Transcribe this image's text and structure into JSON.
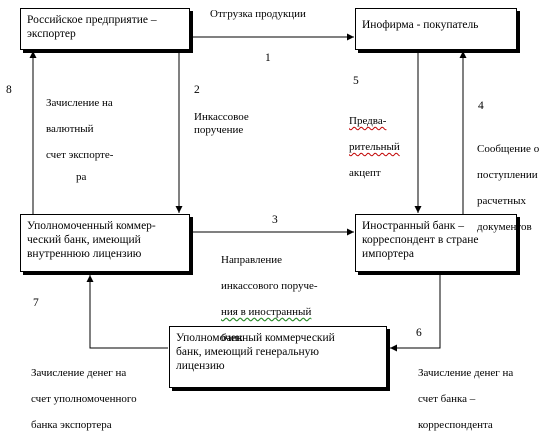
{
  "boxes": {
    "exporter": "Российское предприятие –\nэкспортер",
    "buyer": "Инофирма - покупатель",
    "auth_bank_internal": "Уполномоченный коммер-\nческий банк, имеющий\nвнутреннюю лицензию",
    "foreign_bank": "Иностранный банк –\nкорреспондент в стране\nимпортера",
    "auth_bank_general": "Уполномоченный коммерческий\nбанк, имеющий генеральную\nлицензию"
  },
  "labels": {
    "shipment": "Отгрузка продукции",
    "credit_currency_line1": "Зачисление на",
    "credit_currency_line2": "валютный",
    "credit_currency_line3": "счет экспорте-",
    "credit_currency_line4": "ра",
    "collection_order": "Инкассовое\nпоручение",
    "preliminary_line1": "Предва-",
    "preliminary_line2": "рительный",
    "preliminary_line3": "акцепт",
    "receipt_line1": "Сообщение о",
    "receipt_line2": "поступлении",
    "receipt_line3": "расчетных",
    "receipt_line4": "документов",
    "sending_line1": "Направление",
    "sending_line2": "инкассового поруче-",
    "sending_line3": "ния в иностранный",
    "sending_line4": "банк",
    "credit_to_auth_line1": "Зачисление денег на",
    "credit_to_auth_line2": "счет уполномоченного",
    "credit_to_auth_line3": "банка экспортера",
    "credit_to_corr_line1": "Зачисление денег на",
    "credit_to_corr_line2": "счет банка –",
    "credit_to_corr_line3": "корреспондента"
  },
  "steps": {
    "s1": "1",
    "s2": "2",
    "s3": "3",
    "s4": "4",
    "s5": "5",
    "s6": "6",
    "s7": "7",
    "s8": "8"
  }
}
